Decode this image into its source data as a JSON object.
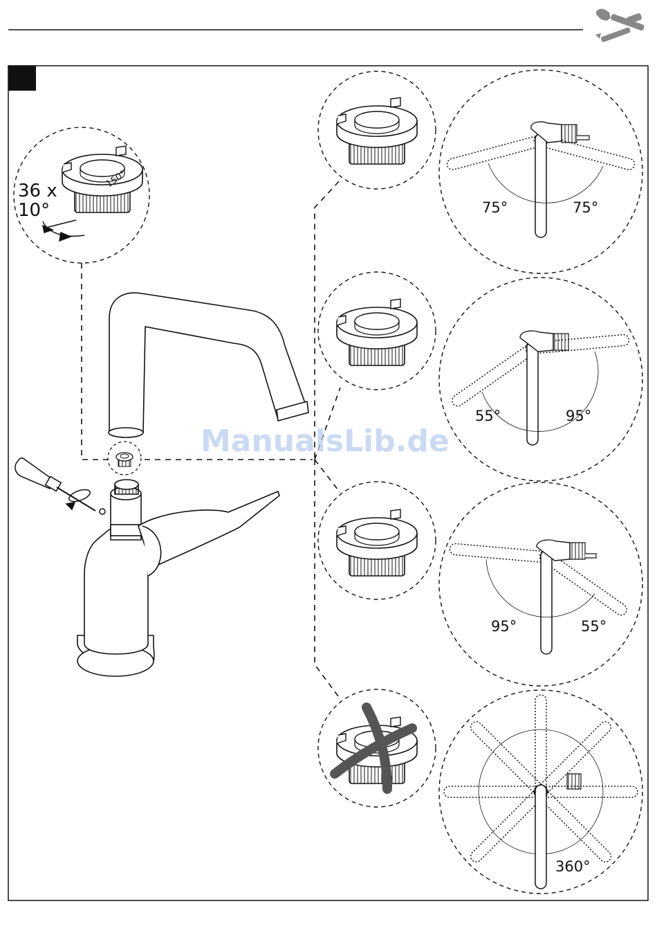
{
  "labels": {
    "ring_count": "36 x",
    "ring_step": "10°",
    "ring_marking": "150°",
    "option1_left": "75°",
    "option1_right": "75°",
    "option2_left": "55°",
    "option2_right": "95°",
    "option3_left": "95°",
    "option3_right": "55°",
    "option4_full": "360°"
  },
  "watermark": "ManualsLib.de",
  "icons": {
    "header": "wrench-screwdriver-icon",
    "step": "step-marker",
    "tool": "screwdriver-icon"
  },
  "colors": {
    "line": "#111111",
    "watermark": "#b9cdee",
    "step_marker": "#111111",
    "cross": "#555555"
  }
}
